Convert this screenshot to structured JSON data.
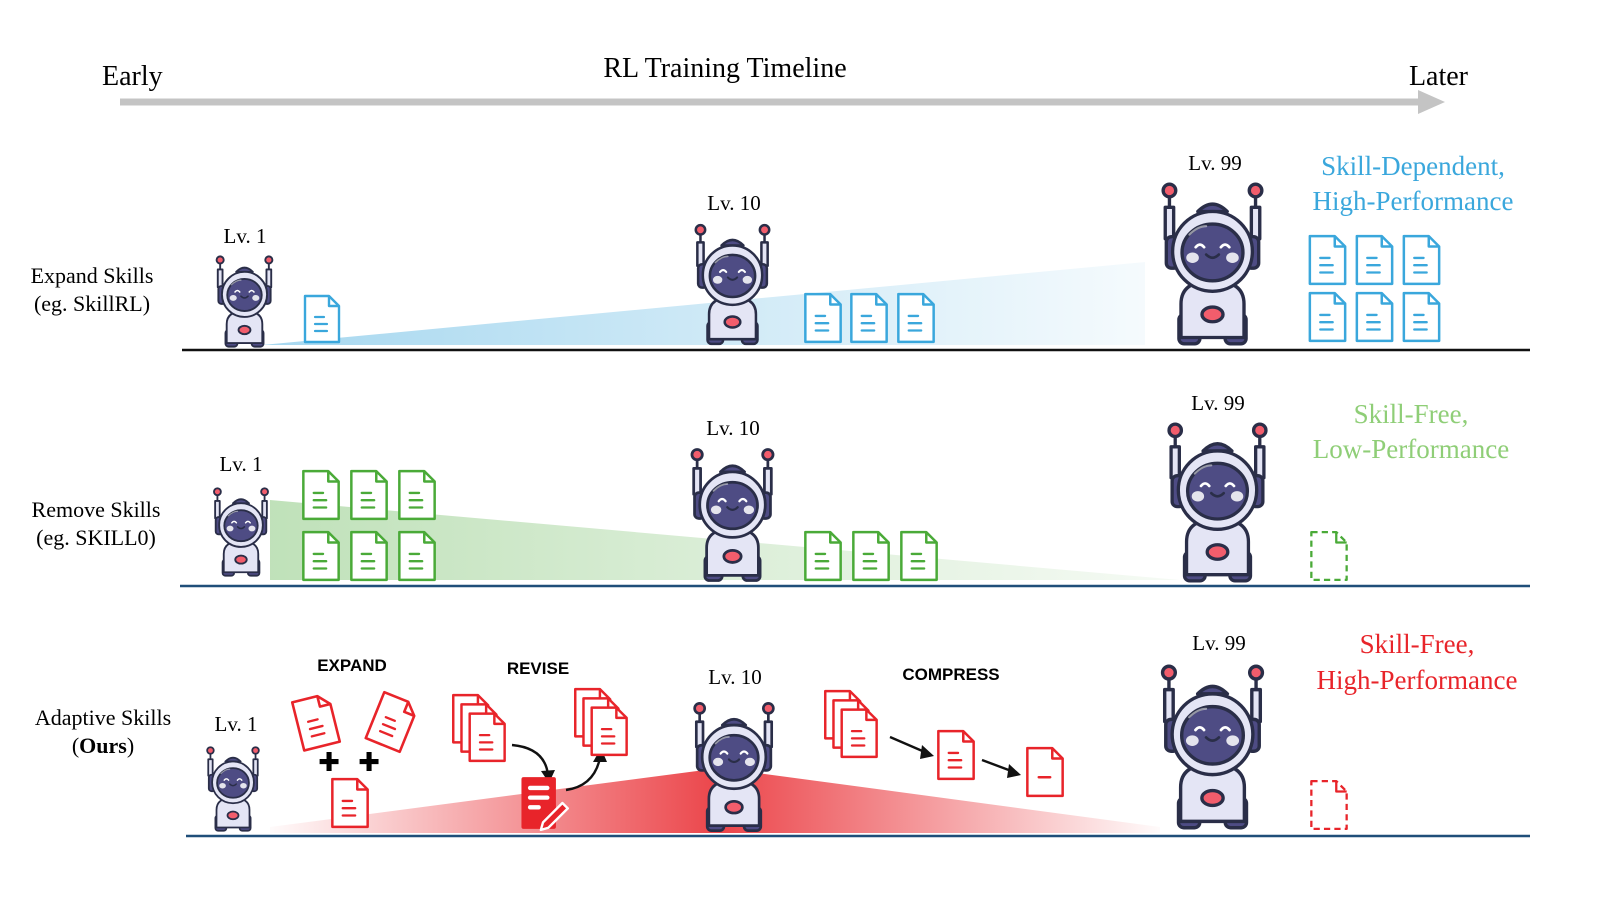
{
  "timeline": {
    "title": "RL Training Timeline",
    "start_label": "Early",
    "end_label": "Later"
  },
  "rows": [
    {
      "label_line1": "Expand Skills",
      "label_line2": "(eg. SkillRL)",
      "levels": [
        "Lv. 1",
        "Lv. 10",
        "Lv. 99"
      ],
      "outcome_line1": "Skill-Dependent,",
      "outcome_line2": "High-Performance",
      "color": "#3aa7dc"
    },
    {
      "label_line1": "Remove Skills",
      "label_line2": "(eg. SKILL0)",
      "levels": [
        "Lv. 1",
        "Lv. 10",
        "Lv. 99"
      ],
      "outcome_line1": "Skill-Free,",
      "outcome_line2": "Low-Performance",
      "color": "#4aaa38"
    },
    {
      "label_line1": "Adaptive Skills",
      "label_line2_open": "(",
      "label_line2_bold": "Ours",
      "label_line2_close": ")",
      "levels": [
        "Lv. 1",
        "Lv. 10",
        "Lv. 99"
      ],
      "outcome_line1": "Skill-Free,",
      "outcome_line2": "High-Performance",
      "color": "#e8242a",
      "stages": [
        "EXPAND",
        "REVISE",
        "COMPRESS"
      ]
    }
  ],
  "colors": {
    "robot_body": "#e4e5f5",
    "robot_face": "#4e4c84",
    "robot_outline": "#2a2e48",
    "accent": "#f25d6c",
    "arrow": "#c4c4c4"
  },
  "icons": [
    "robot-icon",
    "document-icon",
    "edit-document-icon",
    "dashed-document-icon"
  ]
}
